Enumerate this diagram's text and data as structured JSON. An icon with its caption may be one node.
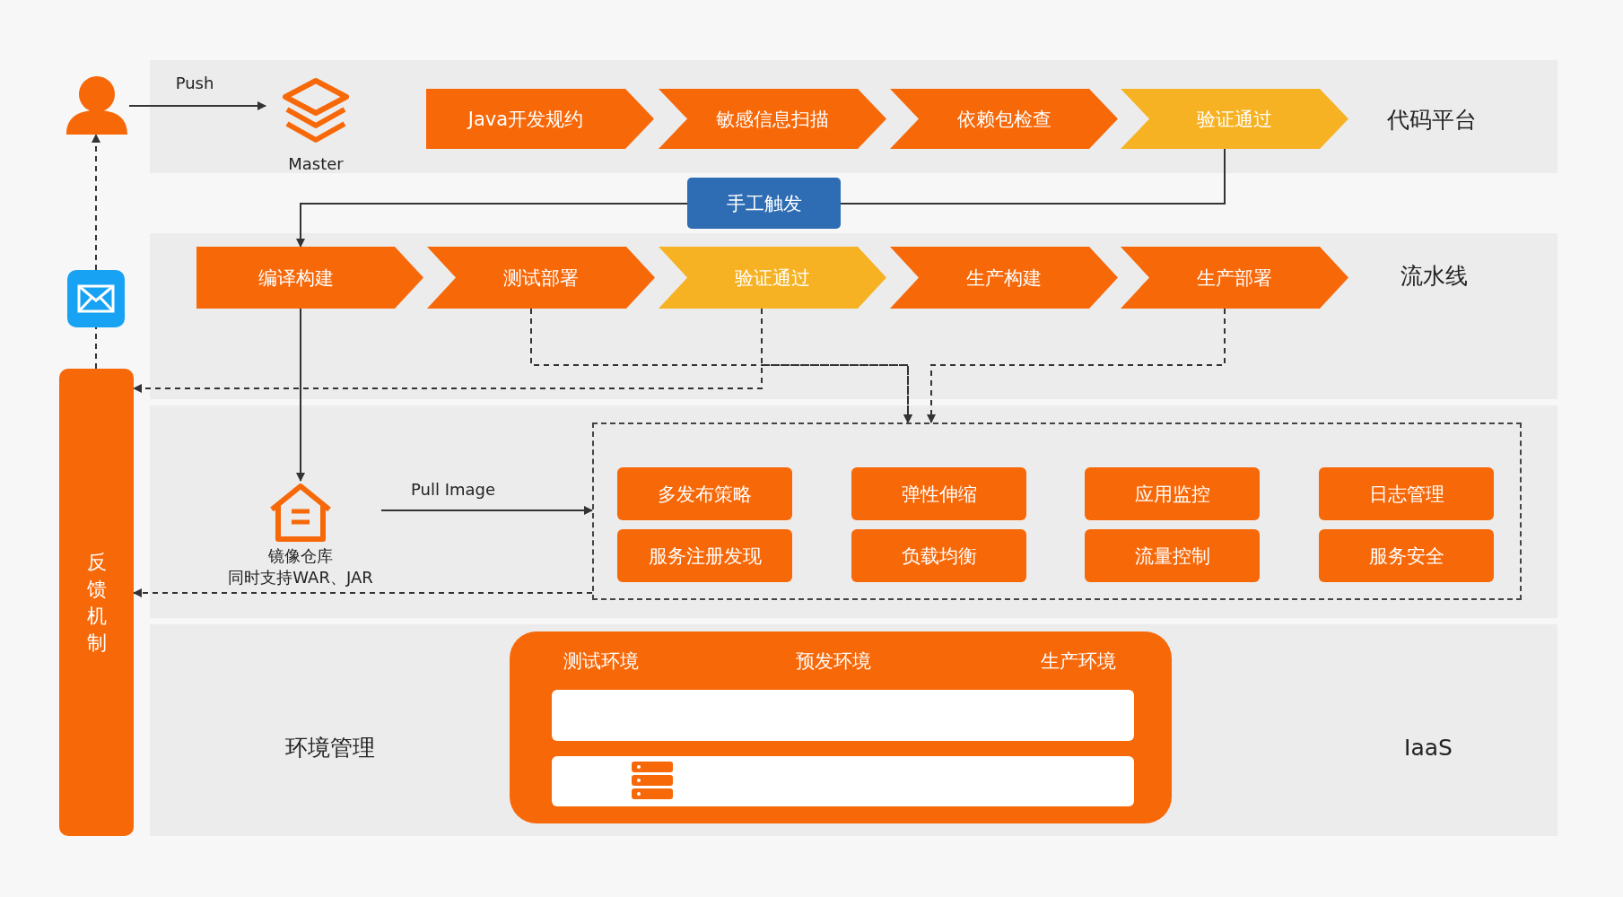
{
  "diagram": {
    "nodes": [
      {
        "text": [],
        "shape": "person"
      },
      {
        "text": [
          "代码平台"
        ]
      },
      {
        "text": [
          "Master"
        ],
        "in": 1
      },
      {
        "text": [
          "Java开发规约"
        ],
        "in": 1
      },
      {
        "text": [
          "敏感信息扫描"
        ],
        "in": 1
      },
      {
        "text": [
          "依赖包检查"
        ],
        "in": 1
      },
      {
        "text": [
          "验证通过"
        ],
        "in": 1
      },
      {
        "text": [
          "手工触发"
        ]
      },
      {
        "text": [
          "流水线"
        ]
      },
      {
        "text": [
          "编译构建"
        ],
        "in": 8
      },
      {
        "text": [
          "测试部署"
        ],
        "in": 8
      },
      {
        "text": [
          "验证通过"
        ],
        "in": 8
      },
      {
        "text": [
          "生产构建"
        ],
        "in": 8
      },
      {
        "text": [
          "生产部署"
        ],
        "in": 8
      },
      {
        "text": [],
        "shape": "envelope"
      },
      {
        "text": [
          "反馈机制"
        ]
      },
      {
        "text": [],
        "shape": "band"
      },
      {
        "text": [
          "镜像仓库",
          "同时支持WAR、JAR"
        ],
        "in": 16
      },
      {
        "text": [],
        "shape": "box",
        "in": 16
      },
      {
        "text": [
          "多发布策略"
        ],
        "in": 18
      },
      {
        "text": [
          "弹性伸缩"
        ],
        "in": 18
      },
      {
        "text": [
          "应用监控"
        ],
        "in": 18
      },
      {
        "text": [
          "日志管理"
        ],
        "in": 18
      },
      {
        "text": [
          "服务注册发现"
        ],
        "in": 18
      },
      {
        "text": [
          "负载均衡"
        ],
        "in": 18
      },
      {
        "text": [
          "流量控制"
        ],
        "in": 18
      },
      {
        "text": [
          "服务安全"
        ],
        "in": 18
      },
      {
        "text": [
          "环境管理",
          "IaaS"
        ]
      },
      {
        "text": [],
        "shape": "box",
        "in": 27
      },
      {
        "text": [
          "测试环境"
        ],
        "in": 28
      },
      {
        "text": [
          "预发环境"
        ],
        "in": 28
      },
      {
        "text": [
          "生产环境"
        ],
        "in": 28
      },
      {
        "text": [],
        "shape": "bar",
        "in": 28
      },
      {
        "text": [],
        "shape": "bar",
        "in": 28
      }
    ],
    "edges": [
      {
        "from": 0,
        "to": 2,
        "arrow": "to",
        "label": "Push"
      },
      {
        "from": 6,
        "to": 7,
        "arrow": "none"
      },
      {
        "from": 7,
        "to": 9,
        "arrow": "to"
      },
      {
        "from": 9,
        "to": 17,
        "arrow": "to"
      },
      {
        "from": 17,
        "to": 18,
        "arrow": "to",
        "label": "Pull Image"
      },
      {
        "from": 10,
        "to": 18,
        "arrow": "to",
        "style": "dashed"
      },
      {
        "from": 11,
        "to": 18,
        "arrow": "to",
        "style": "dashed"
      },
      {
        "from": 13,
        "to": 18,
        "arrow": "to",
        "style": "dashed"
      },
      {
        "from": 11,
        "to": 15,
        "arrow": "to",
        "style": "dashed"
      },
      {
        "from": 18,
        "to": 15,
        "arrow": "to",
        "style": "dashed"
      },
      {
        "from": 15,
        "to": 14,
        "arrow": "none",
        "style": "dashed"
      },
      {
        "from": 14,
        "to": 0,
        "arrow": "to",
        "style": "dashed"
      }
    ]
  }
}
